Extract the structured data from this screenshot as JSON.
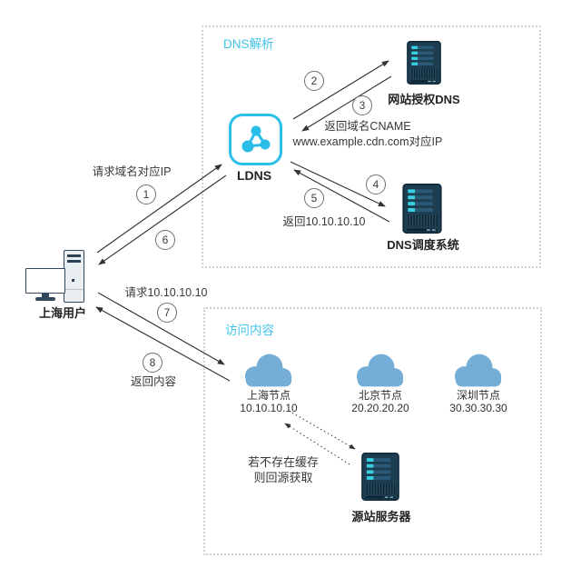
{
  "diagram": {
    "boxes": {
      "dns": "DNS解析",
      "content": "访问内容"
    },
    "nodes": {
      "user": "上海用户",
      "ldns": "LDNS",
      "auth_dns": "网站授权DNS",
      "scheduler": "DNS调度系统",
      "origin": "源站服务器",
      "edge_shanghai": {
        "name": "上海节点",
        "ip": "10.10.10.10"
      },
      "edge_beijing": {
        "name": "北京节点",
        "ip": "20.20.20.20"
      },
      "edge_shenzhen": {
        "name": "深圳节点",
        "ip": "30.30.30.30"
      }
    },
    "steps": {
      "s1": "1",
      "s2": "2",
      "s3": "3",
      "s4": "4",
      "s5": "5",
      "s6": "6",
      "s7": "7",
      "s8": "8"
    },
    "labels": {
      "request_domain_ip": "请求域名对应IP",
      "return_cname_line1": "返回域名CNAME",
      "return_cname_line2": "www.example.cdn.com对应IP",
      "return_ip": "返回10.10.10.10",
      "request_ip": "请求10.10.10.10",
      "return_content": "返回内容",
      "origin_note_line1": "若不存在缓存",
      "origin_note_line2": "则回源获取"
    }
  },
  "colors": {
    "accent_cyan": "#41c4ea",
    "cloud_blue": "#74aed6",
    "server_navy": "#1d3d50",
    "server_bar": "#2a5977",
    "server_chip": "#37cfe0",
    "line_ink": "#333333",
    "box_border": "#cdd1d5",
    "device_outline": "#32475e"
  }
}
